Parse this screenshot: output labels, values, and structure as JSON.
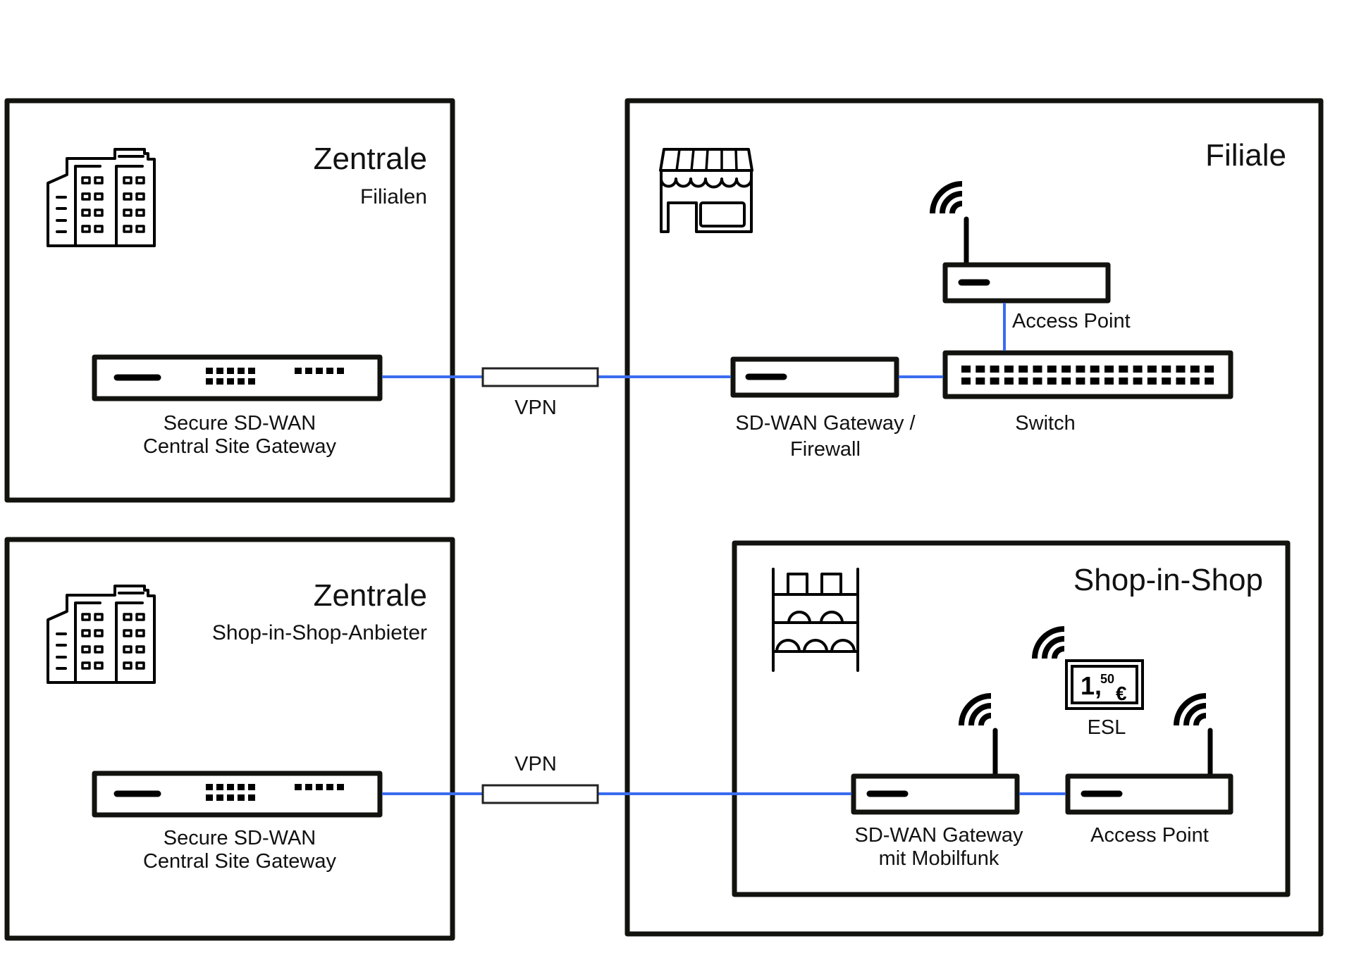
{
  "colors": {
    "wire": "#3a6cf0",
    "frame": "#12120e",
    "background": "#ffffff"
  },
  "zentrale_filialen": {
    "title": "Zentrale",
    "subtitle": "Filialen",
    "icon": "office-building-icon",
    "gateway": {
      "icon": "sd-wan-appliance-icon",
      "label_line1": "Secure SD-WAN",
      "label_line2": "Central Site Gateway"
    }
  },
  "zentrale_sis": {
    "title": "Zentrale",
    "subtitle": "Shop-in-Shop-Anbieter",
    "icon": "office-building-icon",
    "gateway": {
      "icon": "sd-wan-appliance-icon",
      "label_line1": "Secure SD-WAN",
      "label_line2": "Central Site Gateway"
    }
  },
  "vpn_links": [
    {
      "label": "VPN",
      "from": "Secure SD-WAN Central Site Gateway (Zentrale Filialen)",
      "to": "SD-WAN Gateway / Firewall"
    },
    {
      "label": "VPN",
      "from": "Secure SD-WAN Central Site Gateway (Zentrale Shop-in-Shop-Anbieter)",
      "to": "SD-WAN Gateway mit Mobilfunk"
    }
  ],
  "filiale": {
    "title": "Filiale",
    "icon": "storefront-icon",
    "gateway": {
      "label_line1": "SD-WAN Gateway /",
      "label_line2": "Firewall"
    },
    "switch": {
      "label": "Switch",
      "ports_per_row": 18,
      "rows": 2
    },
    "access_point": {
      "label": "Access Point",
      "icon": "wifi-icon"
    }
  },
  "shop_in_shop": {
    "title": "Shop-in-Shop",
    "icon": "store-shelf-icon",
    "gateway": {
      "label_line1": "SD-WAN Gateway",
      "label_line2": "mit Mobilfunk",
      "icon": "wifi-icon"
    },
    "access_point": {
      "label": "Access Point",
      "icon": "wifi-icon"
    },
    "esl": {
      "label": "ESL",
      "price_main": "1,",
      "price_cents": "50",
      "currency": "€",
      "icon": "wifi-icon"
    }
  }
}
